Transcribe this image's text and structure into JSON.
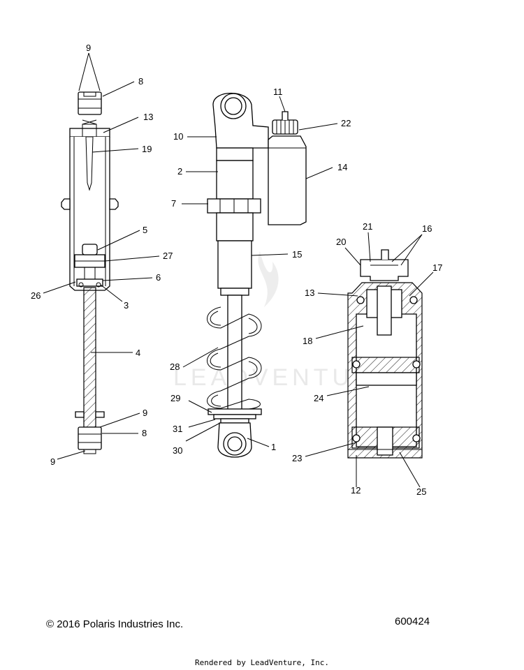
{
  "diagram": {
    "labels": {
      "l_9_top": "9",
      "l_8_top": "8",
      "l_13_left": "13",
      "l_19": "19",
      "l_5": "5",
      "l_27": "27",
      "l_6": "6",
      "l_26": "26",
      "l_3": "3",
      "l_4": "4",
      "l_9_mid": "9",
      "l_8_bot": "8",
      "l_9_bot": "9",
      "l_11": "11",
      "l_22": "22",
      "l_10": "10",
      "l_2": "2",
      "l_14": "14",
      "l_7": "7",
      "l_15": "15",
      "l_28": "28",
      "l_29": "29",
      "l_31": "31",
      "l_30": "30",
      "l_1": "1",
      "l_21": "21",
      "l_16": "16",
      "l_20": "20",
      "l_17": "17",
      "l_13_right": "13",
      "l_18": "18",
      "l_24": "24",
      "l_23": "23",
      "l_12": "12",
      "l_25": "25"
    },
    "watermark": "LEADVENTURE"
  },
  "footer": {
    "copyright": "© 2016 Polaris Industries Inc.",
    "diagram_number": "600424",
    "rendered_by": "Rendered by LeadVenture, Inc."
  }
}
